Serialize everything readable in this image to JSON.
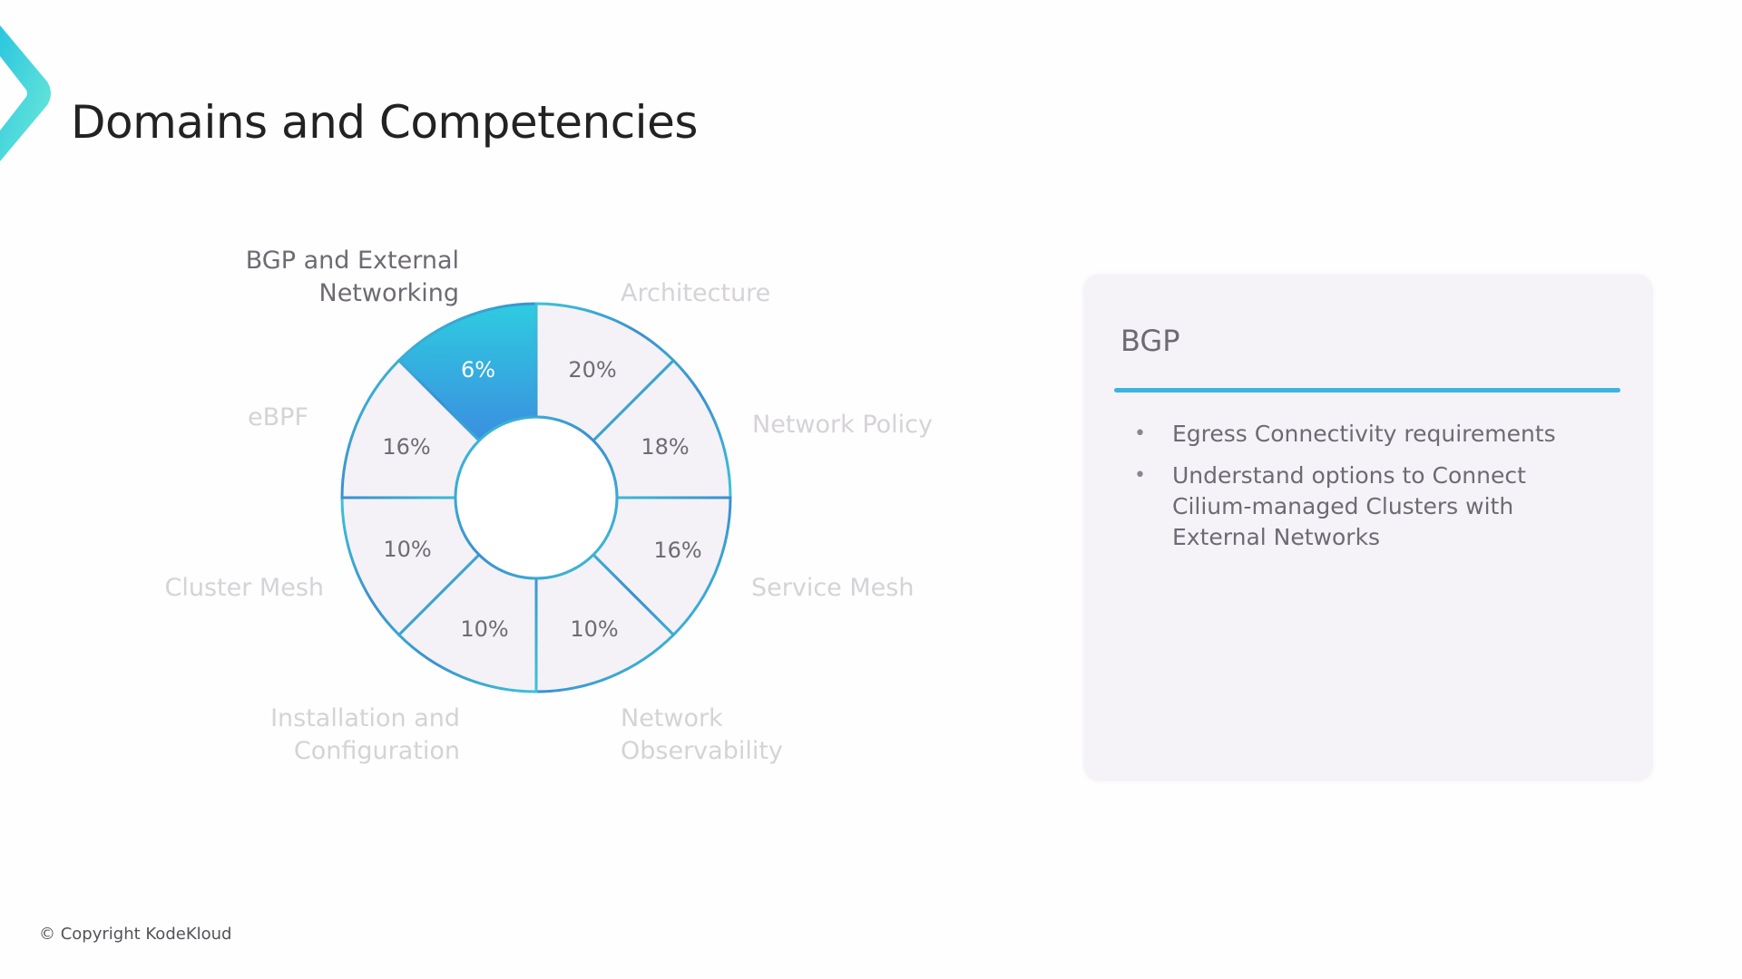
{
  "header": {
    "title": "Domains and Competencies",
    "logo_icon": "kodekloud-chevron-icon",
    "accent_gradient": [
      "#2bc6de",
      "#6eead9"
    ]
  },
  "chart_data": {
    "type": "pie",
    "subtype": "donut",
    "title": "Domains and Competencies",
    "categories": [
      "BGP and External Networking",
      "Architecture",
      "Network Policy",
      "Service Mesh",
      "Network Observability",
      "Installation and Configuration",
      "Cluster Mesh",
      "eBPF"
    ],
    "values": [
      6,
      20,
      18,
      16,
      10,
      10,
      10,
      16
    ],
    "value_labels": [
      "6%",
      "20%",
      "18%",
      "16%",
      "10%",
      "10%",
      "10%",
      "16%"
    ],
    "highlighted": "BGP and External Networking",
    "segments_equal_angle": true,
    "colors": {
      "highlight_gradient": [
        "#2ecce0",
        "#3b8ee0"
      ],
      "segment_fill": "#f4f1f7",
      "stroke_gradient": [
        "#3bc3d6",
        "#3a8fd0"
      ],
      "active_label": "#6e6a73",
      "inactive_label": "#d5d2d8"
    }
  },
  "chart": {
    "segments": [
      {
        "label_lines": [
          "BGP and External",
          "Networking"
        ],
        "pct": "6%",
        "active": true
      },
      {
        "label_lines": [
          "Architecture"
        ],
        "pct": "20%",
        "active": false
      },
      {
        "label_lines": [
          "Network Policy"
        ],
        "pct": "18%",
        "active": false
      },
      {
        "label_lines": [
          "Service Mesh"
        ],
        "pct": "16%",
        "active": false
      },
      {
        "label_lines": [
          "Network",
          "Observability"
        ],
        "pct": "10%",
        "active": false
      },
      {
        "label_lines": [
          "Installation and",
          "Configuration"
        ],
        "pct": "10%",
        "active": false
      },
      {
        "label_lines": [
          "Cluster Mesh"
        ],
        "pct": "10%",
        "active": false
      },
      {
        "label_lines": [
          "eBPF"
        ],
        "pct": "16%",
        "active": false
      }
    ]
  },
  "detail_card": {
    "title": "BGP",
    "bullets": [
      "Egress Connectivity requirements",
      "Understand options to Connect Cilium-managed Clusters with External Networks"
    ],
    "bullet_glyph": "•",
    "accent_color": "#3bb5dc"
  },
  "footer": {
    "copyright": "© Copyright KodeKloud"
  }
}
